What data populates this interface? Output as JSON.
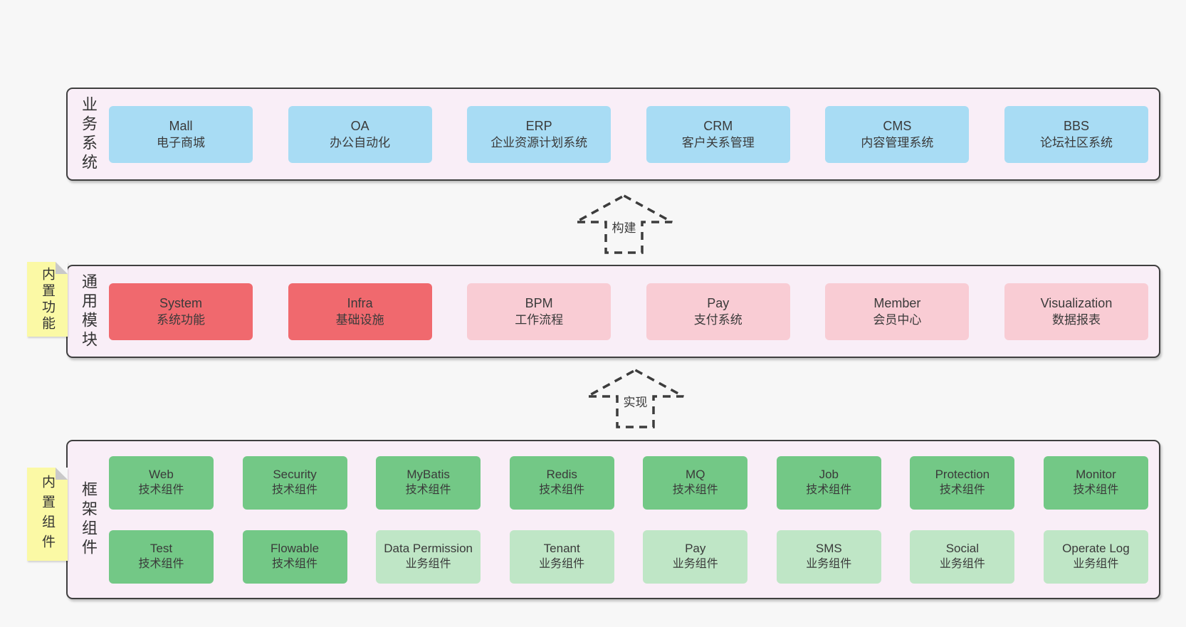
{
  "colors": {
    "page_bg": "#f7f7f7",
    "layer_bg": "#f9eef7",
    "layer_border": "#3f3f3f",
    "box_blue": "#a8dcf4",
    "box_red": "#f0696e",
    "box_pink": "#f9ccd4",
    "box_green": "#73c886",
    "box_light_green": "#bfe6c6",
    "note_yellow": "#fbf9a5",
    "note_fold": "#c9c9c9",
    "text": "#3a3a3a"
  },
  "arrows": {
    "build": "构建",
    "implement": "实现"
  },
  "layers": {
    "business": {
      "label": "业务系统",
      "boxes": [
        {
          "name": "Mall",
          "desc": "电子商城"
        },
        {
          "name": "OA",
          "desc": "办公自动化"
        },
        {
          "name": "ERP",
          "desc": "企业资源计划系统"
        },
        {
          "name": "CRM",
          "desc": "客户关系管理"
        },
        {
          "name": "CMS",
          "desc": "内容管理系统"
        },
        {
          "name": "BBS",
          "desc": "论坛社区系统"
        }
      ]
    },
    "modules": {
      "label": "通用模块",
      "note": "内置功能",
      "boxes": [
        {
          "name": "System",
          "desc": "系统功能"
        },
        {
          "name": "Infra",
          "desc": "基础设施"
        },
        {
          "name": "BPM",
          "desc": "工作流程"
        },
        {
          "name": "Pay",
          "desc": "支付系统"
        },
        {
          "name": "Member",
          "desc": "会员中心"
        },
        {
          "name": "Visualization",
          "desc": "数据报表"
        }
      ]
    },
    "components": {
      "label": "框架组件",
      "note": "内置组件",
      "rows": [
        [
          {
            "name": "Web",
            "desc": "技术组件"
          },
          {
            "name": "Security",
            "desc": "技术组件"
          },
          {
            "name": "MyBatis",
            "desc": "技术组件"
          },
          {
            "name": "Redis",
            "desc": "技术组件"
          },
          {
            "name": "MQ",
            "desc": "技术组件"
          },
          {
            "name": "Job",
            "desc": "技术组件"
          },
          {
            "name": "Protection",
            "desc": "技术组件"
          },
          {
            "name": "Monitor",
            "desc": "技术组件"
          }
        ],
        [
          {
            "name": "Test",
            "desc": "技术组件"
          },
          {
            "name": "Flowable",
            "desc": "技术组件"
          },
          {
            "name": "Data Permission",
            "desc": "业务组件"
          },
          {
            "name": "Tenant",
            "desc": "业务组件"
          },
          {
            "name": "Pay",
            "desc": "业务组件"
          },
          {
            "name": "SMS",
            "desc": "业务组件"
          },
          {
            "name": "Social",
            "desc": "业务组件"
          },
          {
            "name": "Operate Log",
            "desc": "业务组件"
          }
        ]
      ]
    }
  }
}
